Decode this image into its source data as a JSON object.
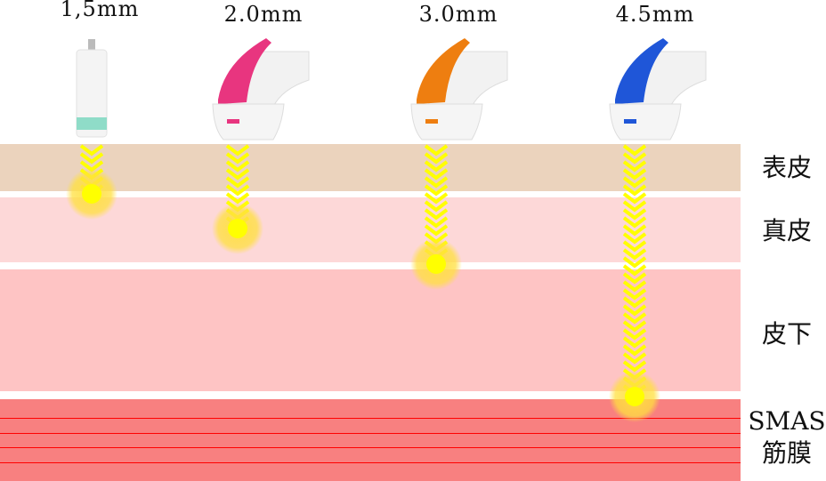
{
  "depths": [
    {
      "label": "1,5mm",
      "depth_mm": 1.5,
      "color": "#8fdcc8",
      "type": "cartridge"
    },
    {
      "label": "2.0mm",
      "depth_mm": 2.0,
      "color": "#e8357f",
      "type": "head"
    },
    {
      "label": "3.0mm",
      "depth_mm": 3.0,
      "color": "#ee7e10",
      "type": "head"
    },
    {
      "label": "4.5mm",
      "depth_mm": 4.5,
      "color": "#1f56d8",
      "type": "head"
    }
  ],
  "layers": [
    {
      "label": "表皮",
      "color": "#ebd3bd"
    },
    {
      "label": "真皮",
      "color": "#fdd8d8"
    },
    {
      "label": "皮下",
      "color": "#fec4c4"
    },
    {
      "label": "SMAS\n筋膜",
      "line1": "SMAS",
      "line2": "筋膜",
      "color": "#f88080",
      "line_color": "#ff0000"
    }
  ],
  "beam_color": "#ffff00"
}
